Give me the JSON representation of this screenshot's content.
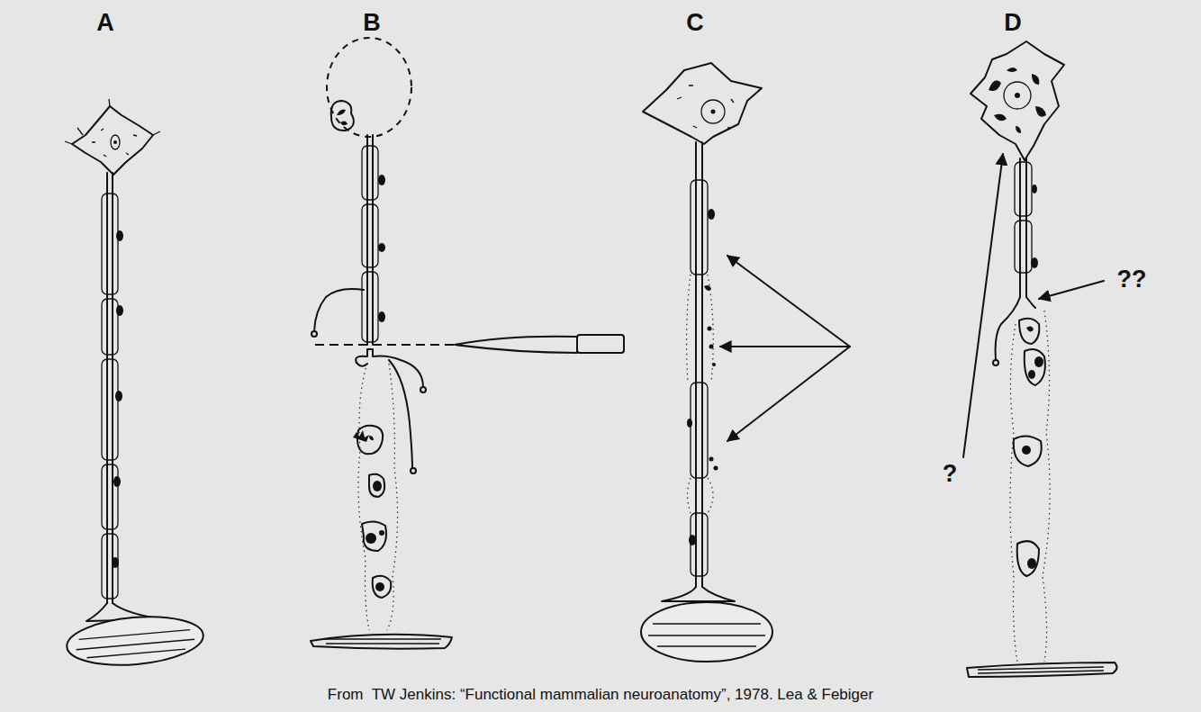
{
  "diagram": {
    "caption": "From  TW Jenkins: “Functional mammalian neuroanatomy”, 1978. Lea & Febiger",
    "labels": [
      "A",
      "B",
      "C",
      "D",
      "?",
      "??"
    ]
  }
}
